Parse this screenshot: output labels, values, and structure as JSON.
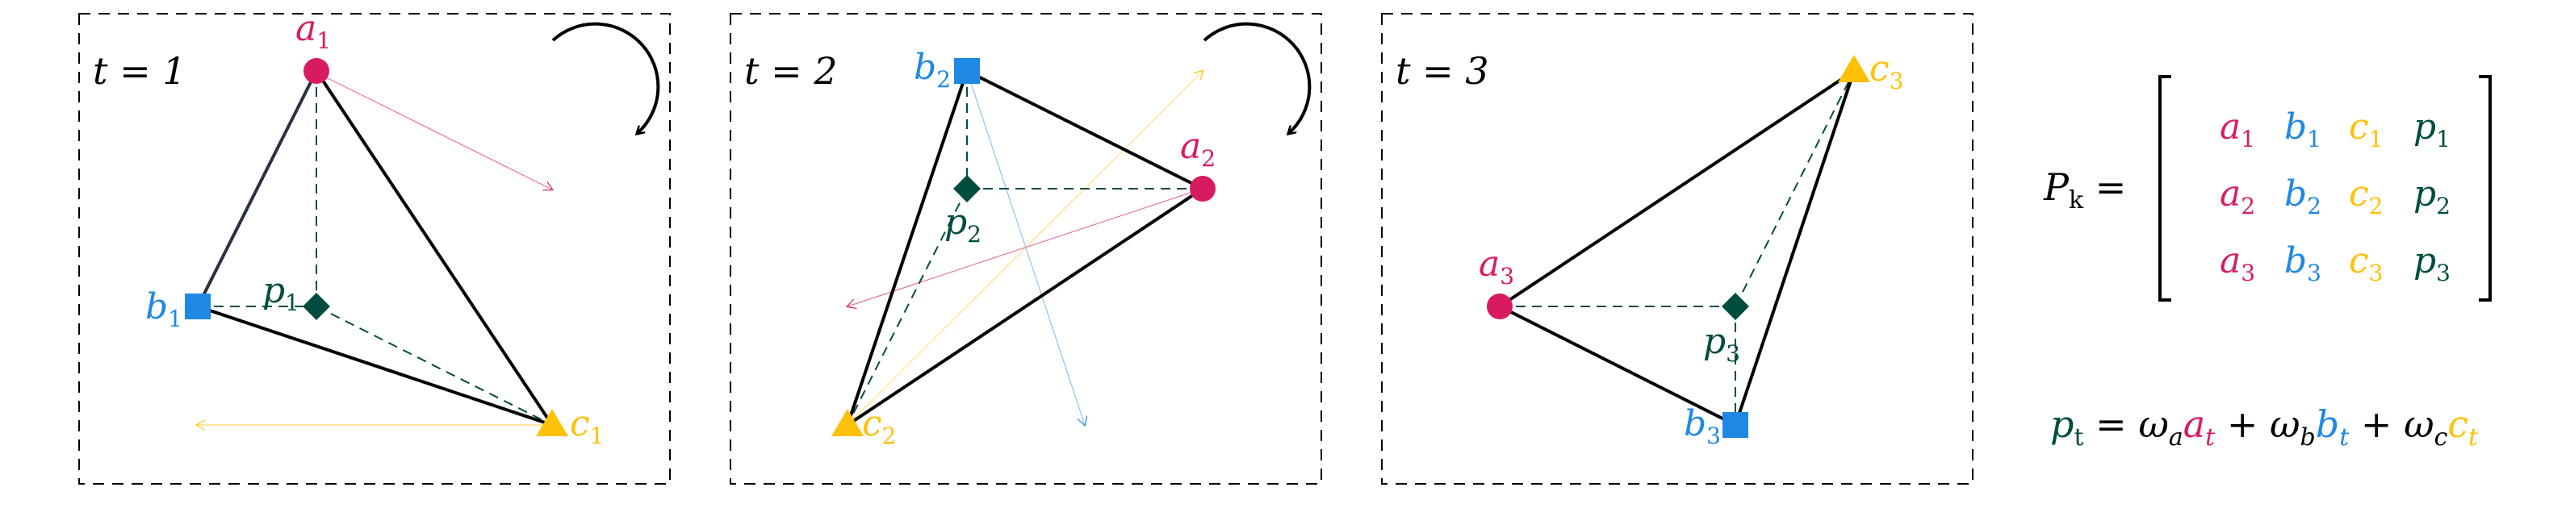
{
  "colors": {
    "a": "#d81b60",
    "b": "#1e88e5",
    "c": "#ffc107",
    "p": "#004d40",
    "edge": "#000000",
    "frame": "#000000"
  },
  "panels": [
    {
      "time_label": "t = 1",
      "rotation_arrow": true,
      "labels": {
        "a": "a1",
        "b": "b1",
        "c": "c1",
        "p": "p1"
      },
      "triangle": {
        "a": [
          0.4,
          0.12
        ],
        "b": [
          0.2,
          0.62
        ],
        "c": [
          0.8,
          0.87
        ]
      },
      "centroid": [
        0.4,
        0.62
      ]
    },
    {
      "time_label": "t = 2",
      "rotation_arrow": true,
      "labels": {
        "a": "a2",
        "b": "b2",
        "c": "c2",
        "p": "p2"
      },
      "triangle": {
        "a": [
          0.8,
          0.38
        ],
        "b": [
          0.4,
          0.12
        ],
        "c": [
          0.2,
          0.87
        ]
      },
      "centroid": [
        0.4,
        0.38
      ]
    },
    {
      "time_label": "t = 3",
      "rotation_arrow": false,
      "labels": {
        "a": "a3",
        "b": "b3",
        "c": "c3",
        "p": "p3"
      },
      "triangle": {
        "a": [
          0.2,
          0.62
        ],
        "b": [
          0.6,
          0.87
        ],
        "c": [
          0.8,
          0.12
        ]
      },
      "centroid": [
        0.6,
        0.62
      ]
    }
  ],
  "matrix": {
    "lhs": "P_k =",
    "rows": [
      [
        "a1",
        "b1",
        "c1",
        "p1"
      ],
      [
        "a2",
        "b2",
        "c2",
        "p2"
      ],
      [
        "a3",
        "b3",
        "c3",
        "p3"
      ]
    ]
  },
  "formula": "p_t = ω_a a_t + ω_b b_t + ω_c c_t"
}
